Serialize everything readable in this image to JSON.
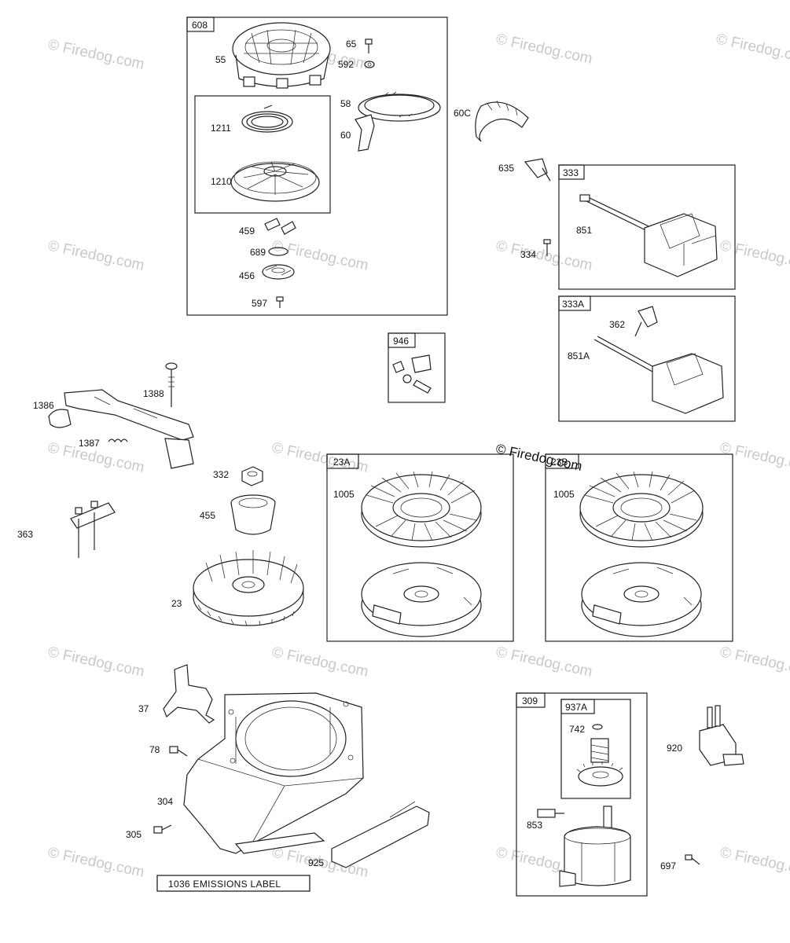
{
  "watermark": "© Firedog.com",
  "copyright_stamp": "© Firedog.com",
  "emissions_label": "1036 EMISSIONS LABEL",
  "groups": {
    "g608": "608",
    "g333": "333",
    "g333A": "333A",
    "g946": "946",
    "g23A": "23A",
    "g23B": "23B",
    "g309": "309",
    "g937A": "937A"
  },
  "parts": {
    "p55": "55",
    "p65": "65",
    "p592": "592",
    "p58": "58",
    "p60": "60",
    "p60C": "60C",
    "p1211": "1211",
    "p1210": "1210",
    "p459": "459",
    "p689": "689",
    "p456": "456",
    "p597": "597",
    "p635": "635",
    "p851": "851",
    "p334": "334",
    "p362": "362",
    "p851A": "851A",
    "p1386": "1386",
    "p1388": "1388",
    "p1387": "1387",
    "p332": "332",
    "p455": "455",
    "p363": "363",
    "p23": "23",
    "p1005a": "1005",
    "p1005b": "1005",
    "p37": "37",
    "p78": "78",
    "p304": "304",
    "p305": "305",
    "p925": "925",
    "p742": "742",
    "p853": "853",
    "p920": "920",
    "p697": "697"
  }
}
